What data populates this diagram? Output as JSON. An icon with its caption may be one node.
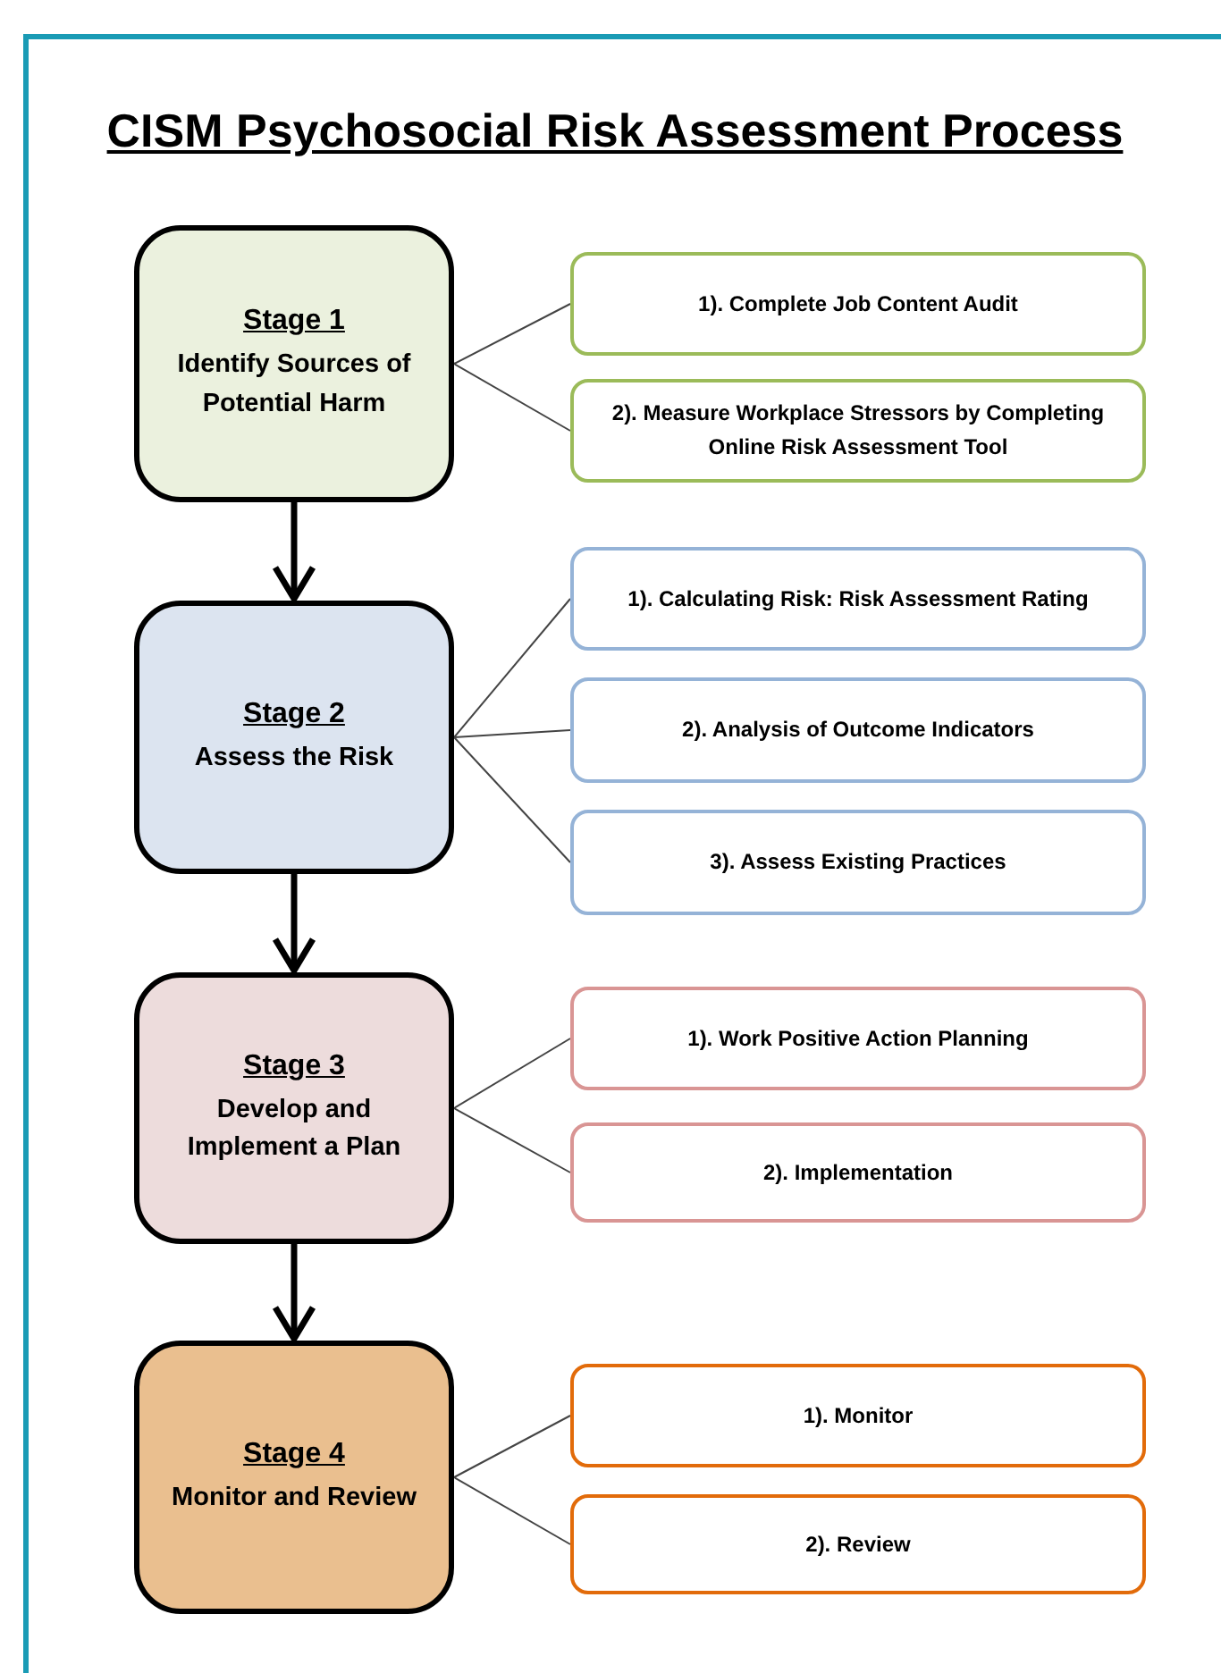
{
  "diagram": {
    "title": "CISM Psychosocial Risk Assessment Process",
    "nodes": [
      {
        "text": [
          "Stage 1",
          "Identify Sources of Potential Harm"
        ]
      },
      {
        "text": [
          "1). Complete Job Content Audit"
        ]
      },
      {
        "text": [
          "2). Measure Workplace Stressors by Completing Online Risk Assessment Tool"
        ]
      },
      {
        "text": [
          "Stage 2",
          "Assess the Risk"
        ]
      },
      {
        "text": [
          "1). Calculating Risk: Risk Assessment Rating"
        ]
      },
      {
        "text": [
          "2). Analysis of Outcome Indicators"
        ]
      },
      {
        "text": [
          "3). Assess Existing Practices"
        ]
      },
      {
        "text": [
          "Stage 3",
          "Develop and Implement a Plan"
        ]
      },
      {
        "text": [
          "1). Work Positive Action Planning"
        ]
      },
      {
        "text": [
          "2). Implementation"
        ]
      },
      {
        "text": [
          "Stage 4",
          "Monitor and Review"
        ]
      },
      {
        "text": [
          "1). Monitor"
        ]
      },
      {
        "text": [
          "2). Review"
        ]
      }
    ],
    "edges": [
      {
        "from": 0,
        "to": 1,
        "arrow": "none"
      },
      {
        "from": 0,
        "to": 2,
        "arrow": "none"
      },
      {
        "from": 0,
        "to": 3,
        "arrow": "to",
        "style": "thick"
      },
      {
        "from": 3,
        "to": 4,
        "arrow": "none"
      },
      {
        "from": 3,
        "to": 5,
        "arrow": "none"
      },
      {
        "from": 3,
        "to": 6,
        "arrow": "none"
      },
      {
        "from": 3,
        "to": 7,
        "arrow": "to",
        "style": "thick"
      },
      {
        "from": 7,
        "to": 8,
        "arrow": "none"
      },
      {
        "from": 7,
        "to": 9,
        "arrow": "none"
      },
      {
        "from": 7,
        "to": 10,
        "arrow": "to",
        "style": "thick"
      },
      {
        "from": 10,
        "to": 11,
        "arrow": "none"
      },
      {
        "from": 10,
        "to": 12,
        "arrow": "none"
      }
    ]
  }
}
